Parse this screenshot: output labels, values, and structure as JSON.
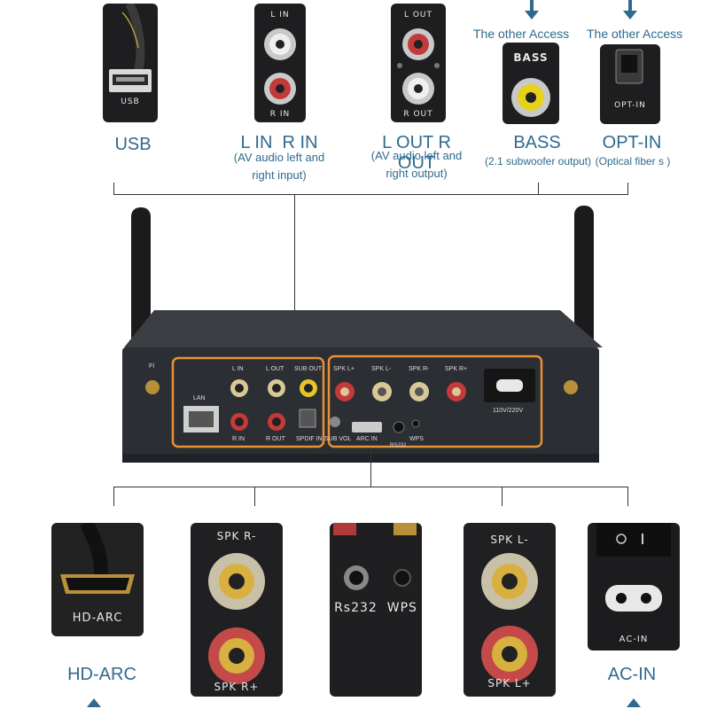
{
  "colors": {
    "caption": "#2f6a8e",
    "highlight": "#e8903a",
    "tile": "#1e1e20",
    "device": "#2b2e33"
  },
  "top_ports": [
    {
      "id": "usb",
      "tile_labels": [
        "USB"
      ],
      "caption": "USB",
      "sub": ""
    },
    {
      "id": "lr-in",
      "tile_labels": [
        "L IN",
        "R IN"
      ],
      "caption": "L IN  R IN",
      "sub": "(AV audio left and right input)"
    },
    {
      "id": "lr-out",
      "tile_labels": [
        "L OUT",
        "R OUT"
      ],
      "caption": "L OUT R OUT",
      "sub": "(AV audio left and right output)"
    },
    {
      "id": "bass",
      "tile_labels": [
        "BASS"
      ],
      "caption": "BASS",
      "sub": "(2.1 subwoofer output)",
      "access": "The other Access"
    },
    {
      "id": "opt-in",
      "tile_labels": [
        "OPT-IN"
      ],
      "caption": "OPT-IN",
      "sub": "(Optical fiber s )",
      "access": "The other Access"
    }
  ],
  "device": {
    "labels": {
      "lan": "LAN",
      "lin": "L IN",
      "rin": "R IN",
      "lout": "L OUT",
      "rout": "R OUT",
      "subout": "SUB OUT",
      "spdif": "SPDIF IN",
      "subvol": "SUB VOL",
      "arcin": "ARC IN",
      "rs232": "RS232",
      "wps": "WPS",
      "spkl_plus": "SPK L+",
      "spkl_minus": "SPK L-",
      "spkr_minus": "SPK R-",
      "spkr_plus": "SPK R+",
      "voltage": "110V/220V",
      "fi": "FI"
    }
  },
  "bottom_ports": [
    {
      "id": "hd-arc",
      "tile_labels": [
        "HD-ARC"
      ],
      "caption": "HD-ARC"
    },
    {
      "id": "spk-r",
      "tile_labels": [
        "SPK R-",
        "SPK R+"
      ],
      "caption": ""
    },
    {
      "id": "rs232-wps",
      "tile_labels": [
        "Rs232  WPS"
      ],
      "caption": ""
    },
    {
      "id": "spk-l",
      "tile_labels": [
        "SPK L-",
        "SPK L+"
      ],
      "caption": ""
    },
    {
      "id": "ac-in",
      "tile_labels": [
        "AC-IN"
      ],
      "caption": "AC-IN"
    }
  ]
}
